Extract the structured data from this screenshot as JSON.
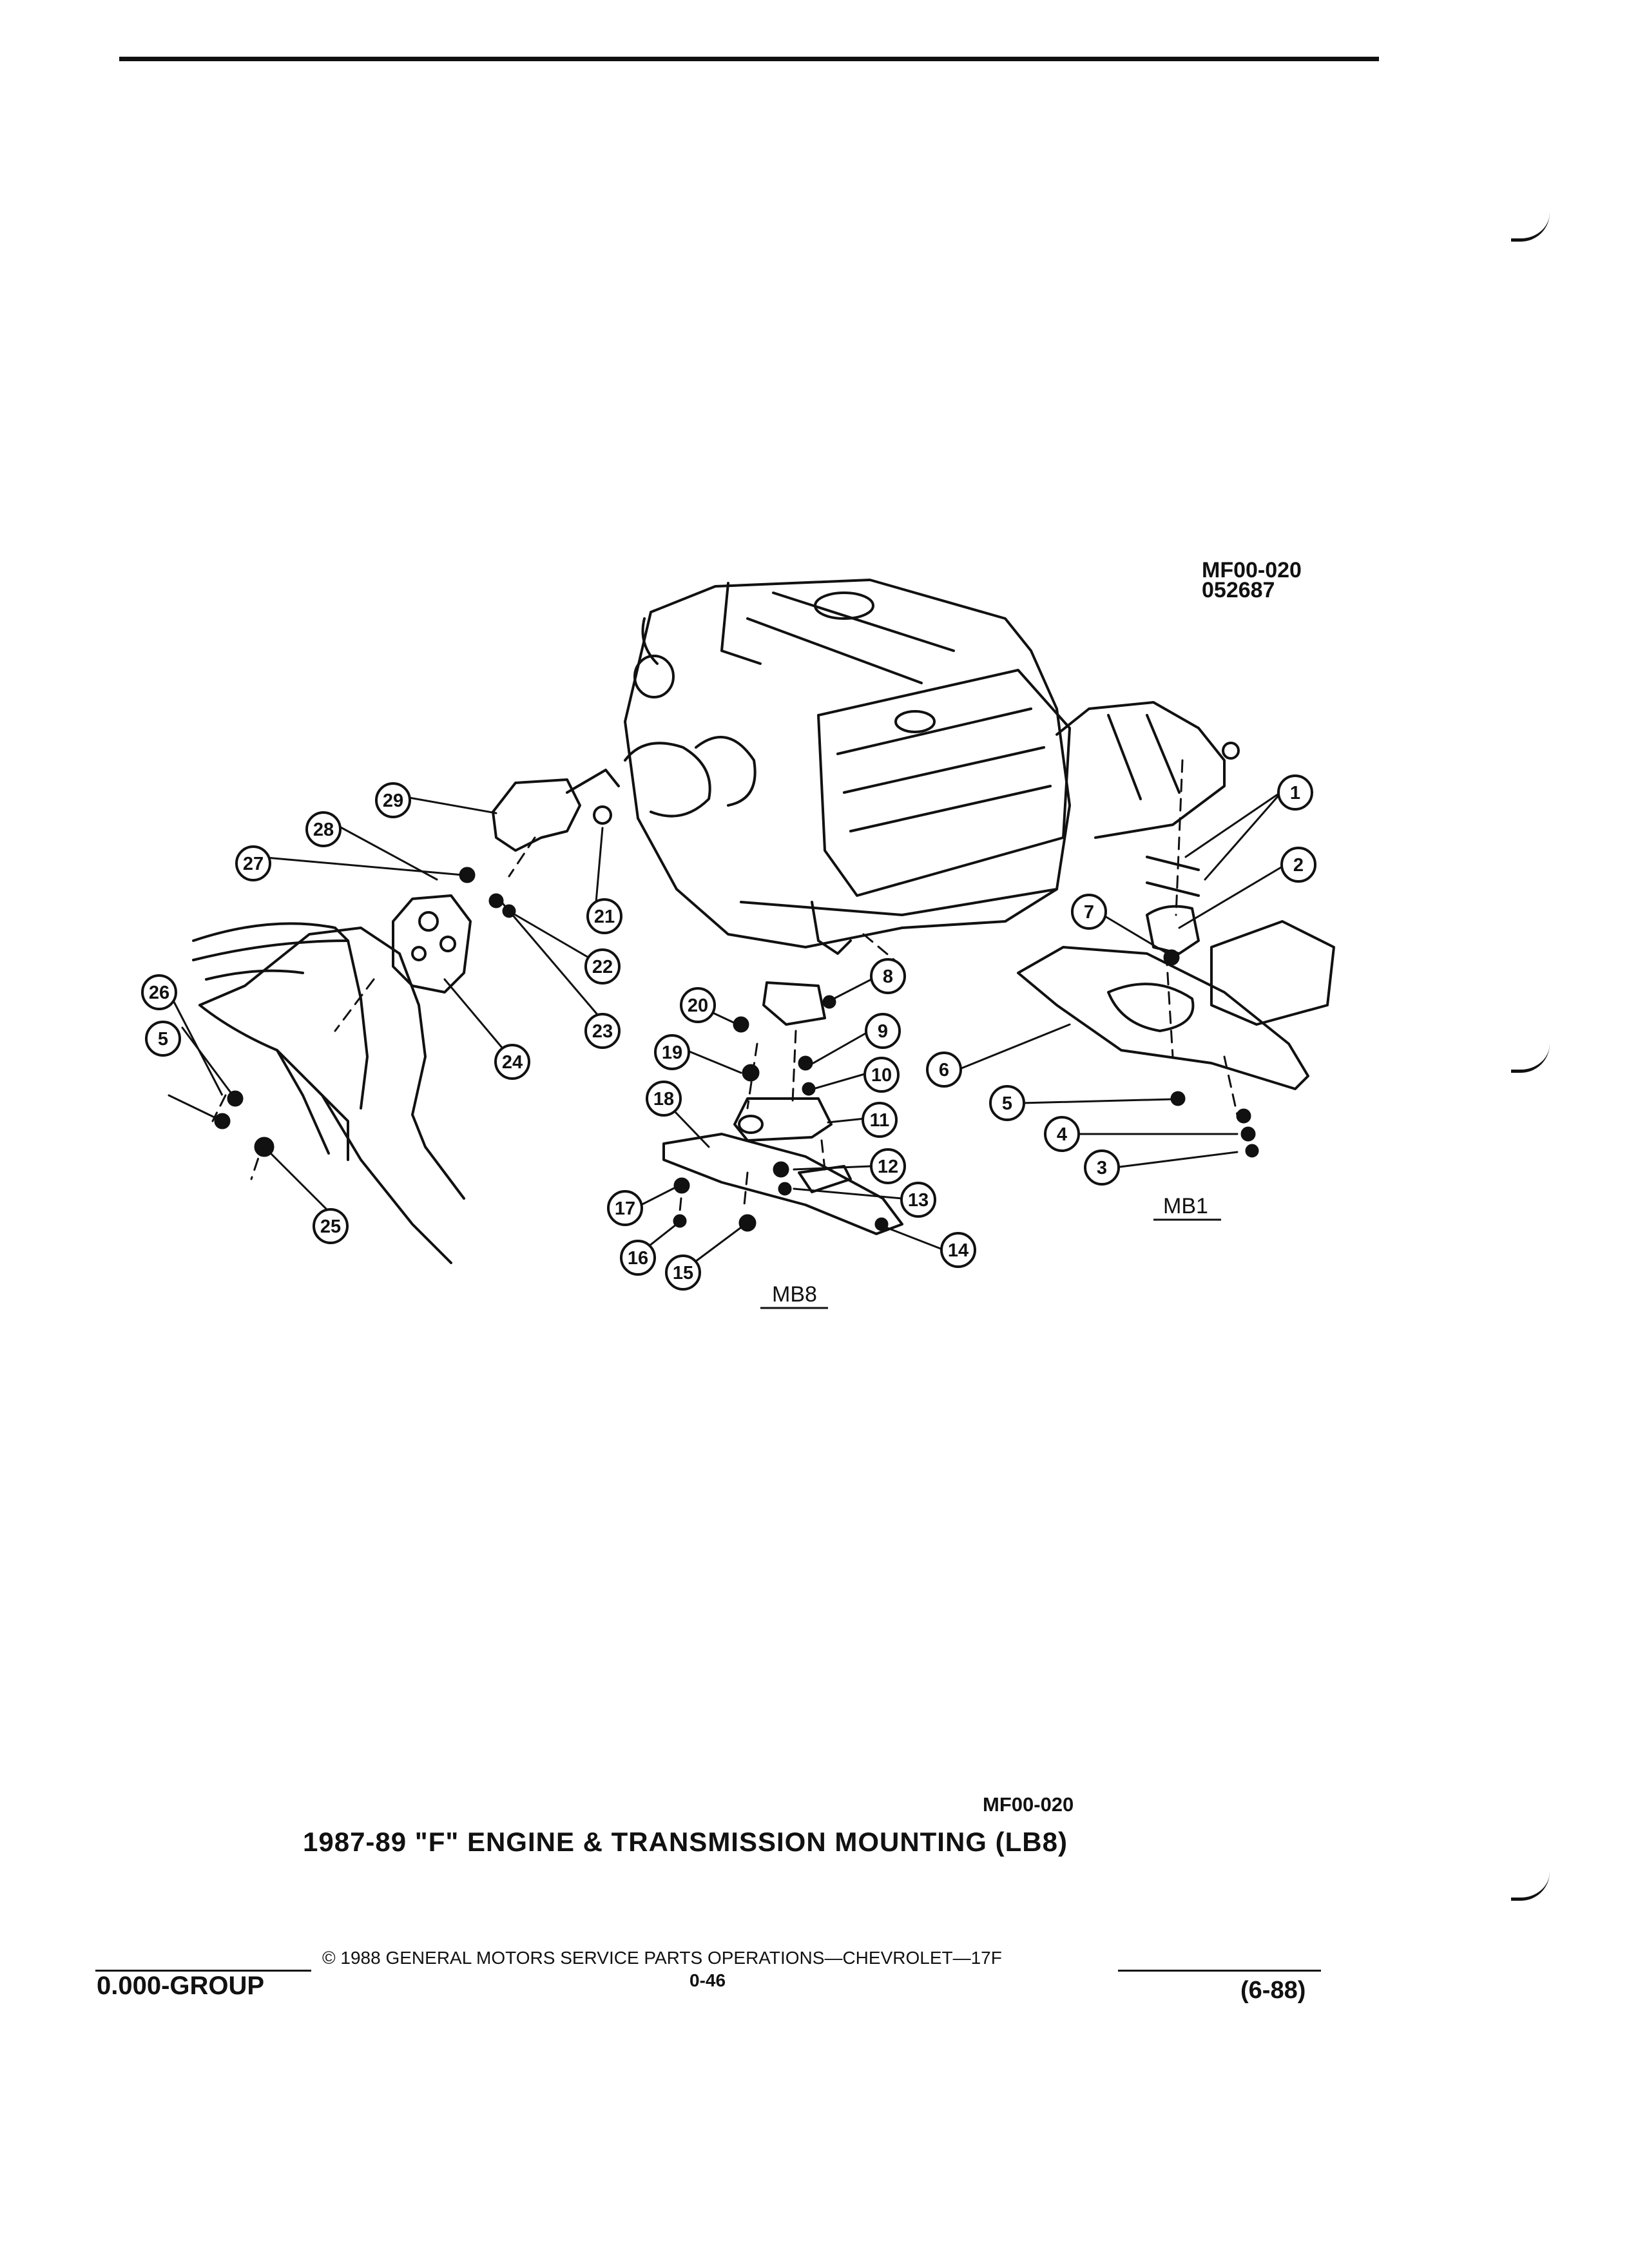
{
  "figure": {
    "code": "MF00-020",
    "date_code": "052687",
    "assembly_labels": [
      "MB8",
      "MB1"
    ],
    "callouts": [
      "1",
      "2",
      "3",
      "4",
      "5",
      "6",
      "7",
      "8",
      "9",
      "10",
      "11",
      "12",
      "13",
      "14",
      "15",
      "16",
      "17",
      "18",
      "19",
      "20",
      "21",
      "22",
      "23",
      "24",
      "25",
      "26",
      "27",
      "28",
      "29"
    ],
    "line_color": "#111111"
  },
  "caption": {
    "code": "MF00-020",
    "title": "1987-89 \"F\" ENGINE & TRANSMISSION MOUNTING (LB8)"
  },
  "footer": {
    "group": "0.000-GROUP",
    "copyright": "© 1988 GENERAL MOTORS SERVICE PARTS OPERATIONS—CHEVROLET—17F",
    "page": "0-46",
    "date": "(6-88)"
  }
}
